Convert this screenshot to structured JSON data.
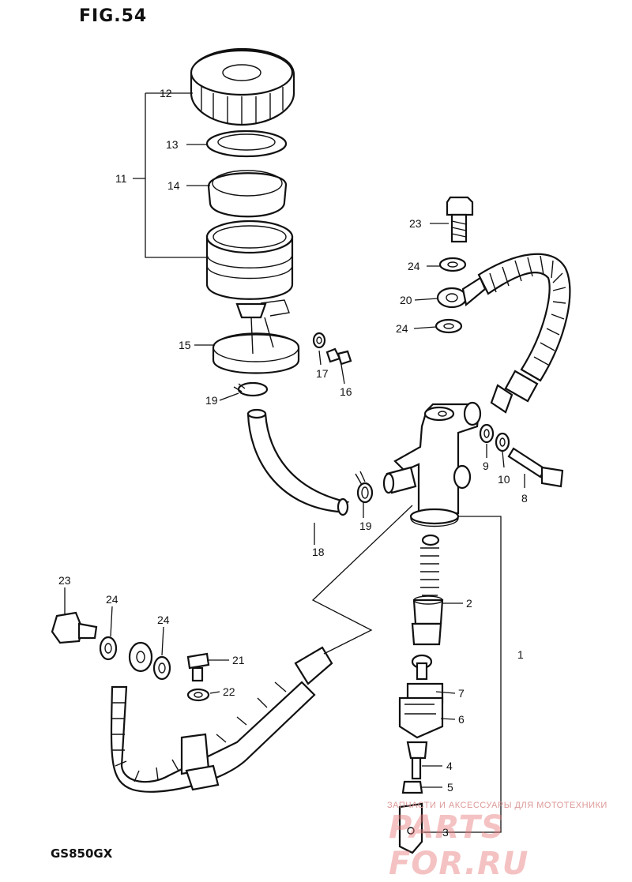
{
  "figure_title": "FIG.54",
  "model_code": "GS850GX",
  "watermark": {
    "line": "ЗАПЧАСТИ И АКСЕССУАРЫ ДЛЯ МОТОТЕХНИКИ",
    "logo": "PARTS FOR.RU"
  },
  "callouts": {
    "c1": "1",
    "c2": "2",
    "c3": "3",
    "c4": "4",
    "c5": "5",
    "c6": "6",
    "c7": "7",
    "c8": "8",
    "c9": "9",
    "c10": "10",
    "c11": "11",
    "c12": "12",
    "c13": "13",
    "c14": "14",
    "c15": "15",
    "c16": "16",
    "c17": "17",
    "c18": "18",
    "c19a": "19",
    "c19b": "19",
    "c20": "20",
    "c21": "21",
    "c22": "22",
    "c23a": "23",
    "c23b": "23",
    "c24a": "24",
    "c24b": "24",
    "c24c": "24",
    "c24d": "24"
  }
}
